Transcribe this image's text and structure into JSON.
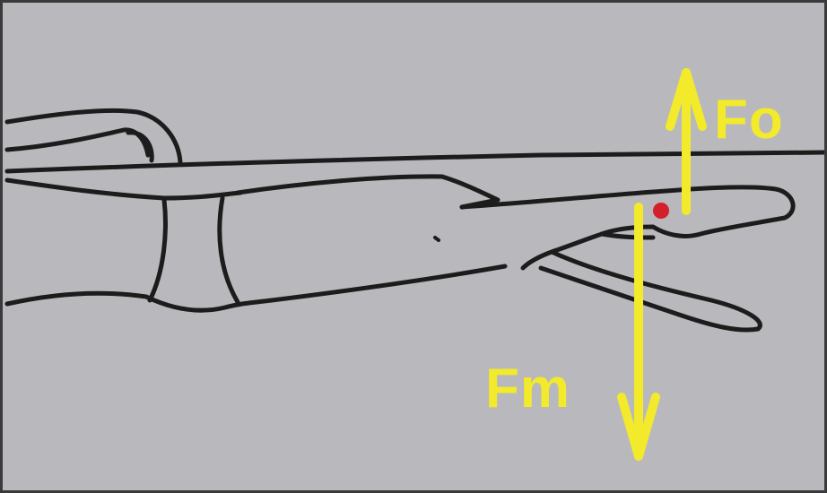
{
  "colors": {
    "background": "#b9b9bd",
    "outline": "#1c1c1c",
    "force_arrow": "#f2ea2a",
    "pivot_point": "#d3202a"
  },
  "forces": {
    "upward": {
      "label": "Fo",
      "direction": "up"
    },
    "downward": {
      "label": "Fm",
      "direction": "down"
    }
  },
  "pivot": {
    "marker": "red-dot"
  }
}
